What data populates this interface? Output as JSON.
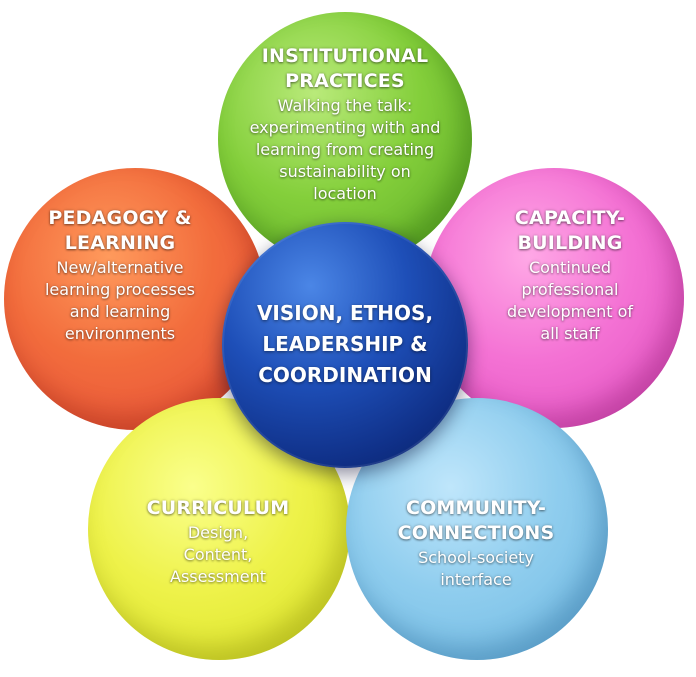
{
  "center": {
    "lines": [
      "VISION, ETHOS,",
      "LEADERSHIP &",
      "COORDINATION"
    ]
  },
  "petals": {
    "top": {
      "title": [
        "INSTITUTIONAL",
        "PRACTICES"
      ],
      "desc": [
        "Walking the talk:",
        "experimenting with and",
        "learning from creating",
        "sustainability on",
        "location"
      ]
    },
    "left": {
      "title": [
        "PEDAGOGY &",
        "LEARNING"
      ],
      "desc": [
        "New/alternative",
        "learning processes",
        "and learning",
        "environments"
      ]
    },
    "right": {
      "title": [
        "CAPACITY-",
        "BUILDING"
      ],
      "desc": [
        "Continued",
        "professional",
        "development of",
        "all staff"
      ]
    },
    "bottom_left": {
      "title": [
        "CURRICULUM"
      ],
      "desc": [
        "Design,",
        "Content,",
        "Assessment"
      ]
    },
    "bottom_right": {
      "title": [
        "COMMUNITY-",
        "CONNECTIONS"
      ],
      "desc": [
        "School-society",
        "interface"
      ]
    }
  },
  "colors": {
    "top": "#84cf3b",
    "left": "#f26c3c",
    "right": "#f472d4",
    "bottom_left": "#eef24a",
    "bottom_right": "#8fcdee",
    "center": "#1e4fb8"
  }
}
